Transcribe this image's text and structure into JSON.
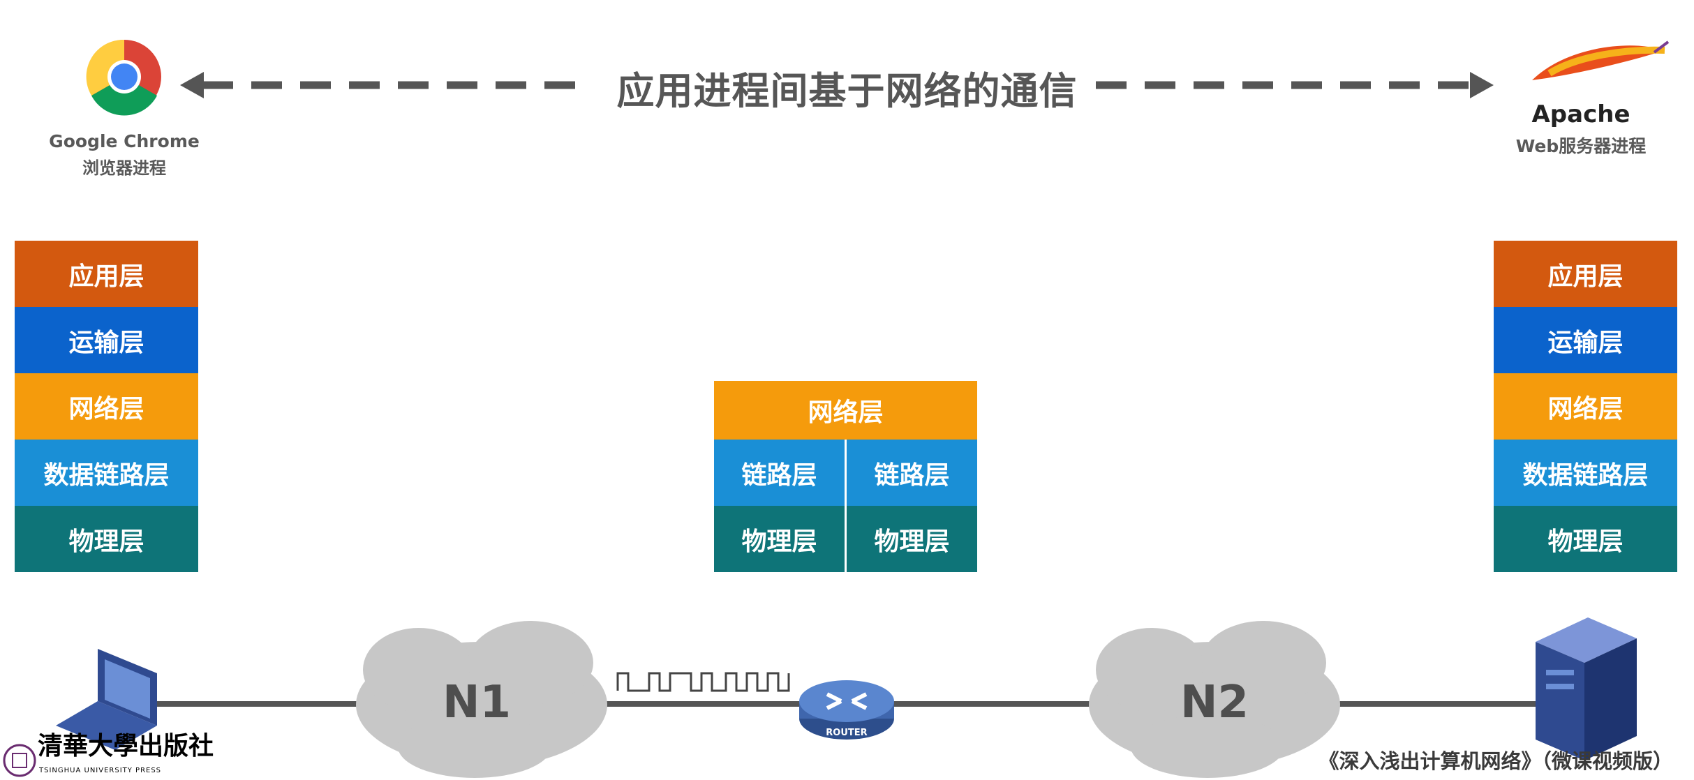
{
  "title": "应用进程间基于网络的通信",
  "client": {
    "name": "Google Chrome",
    "sub": "浏览器进程"
  },
  "server": {
    "name": "Apache",
    "sub": "Web服务器进程"
  },
  "client_stack": [
    "应用层",
    "运输层",
    "网络层",
    "数据链路层",
    "物理层"
  ],
  "server_stack": [
    "应用层",
    "运输层",
    "网络层",
    "数据链路层",
    "物理层"
  ],
  "router_stack": {
    "top": "网络层",
    "left": [
      "链路层",
      "物理层"
    ],
    "right": [
      "链路层",
      "物理层"
    ]
  },
  "networks": {
    "n1": "N1",
    "n2": "N2"
  },
  "router_label": "ROUTER",
  "publisher": {
    "name": "清華大學出版社",
    "sub": "TSINGHUA UNIVERSITY PRESS"
  },
  "book": "《深入浅出计算机网络》（微课视频版）",
  "colors": {
    "application": "#d3590f",
    "transport": "#0b63cc",
    "network": "#f59b0c",
    "datalink": "#1a8fd6",
    "physical": "#0e7478"
  }
}
